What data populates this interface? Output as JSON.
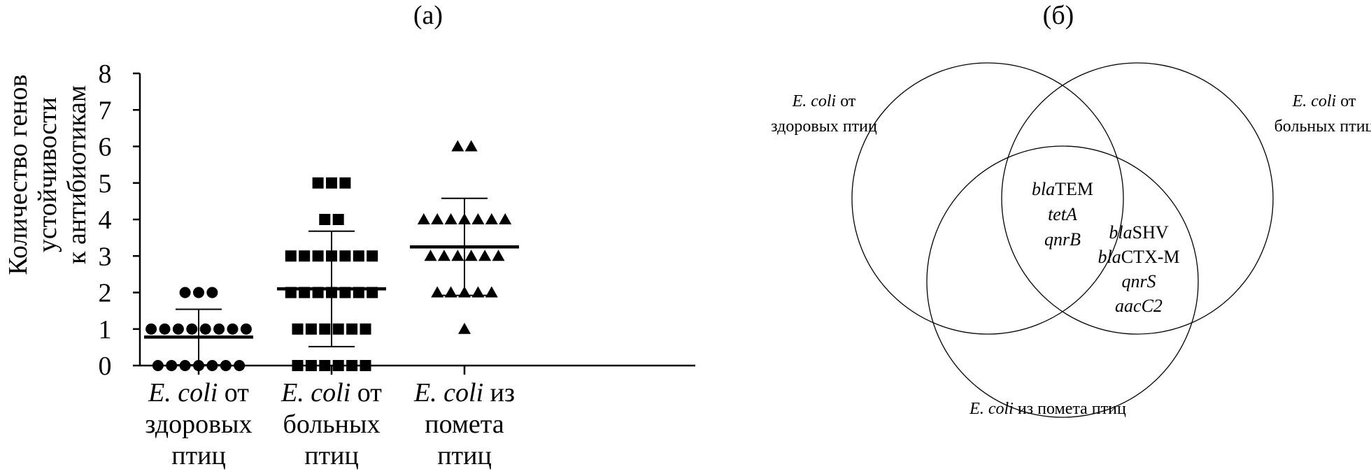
{
  "panel_a_label": "(а)",
  "panel_b_label": "(б)",
  "chart_data": [
    {
      "type": "scatter",
      "ylabel_lines": [
        "Количество генов",
        "устойчивости",
        "к антибиотикам"
      ],
      "ylim": [
        0,
        8
      ],
      "yticks": [
        "0",
        "1",
        "2",
        "3",
        "4",
        "5",
        "6",
        "7",
        "8"
      ],
      "categories": [
        {
          "lines": [
            {
              "it": "E. coli",
              "rest": " от"
            },
            {
              "it": "",
              "rest": "здоровых"
            },
            {
              "it": "",
              "rest": "птиц"
            }
          ]
        },
        {
          "lines": [
            {
              "it": "E. coli",
              "rest": " от"
            },
            {
              "it": "",
              "rest": "больных"
            },
            {
              "it": "",
              "rest": "птиц"
            }
          ]
        },
        {
          "lines": [
            {
              "it": "E. coli",
              "rest": " из"
            },
            {
              "it": "",
              "rest": "помета"
            },
            {
              "it": "",
              "rest": "птиц"
            }
          ]
        }
      ],
      "series": [
        {
          "marker": "circle",
          "points": [
            {
              "y": 0,
              "n": 7
            },
            {
              "y": 1,
              "n": 8
            },
            {
              "y": 2,
              "n": 3
            }
          ],
          "mean": 0.78,
          "sd": 0.76
        },
        {
          "marker": "square",
          "points": [
            {
              "y": 0,
              "n": 6
            },
            {
              "y": 1,
              "n": 6
            },
            {
              "y": 2,
              "n": 7
            },
            {
              "y": 3,
              "n": 7
            },
            {
              "y": 4,
              "n": 2
            },
            {
              "y": 5,
              "n": 3
            }
          ],
          "mean": 2.1,
          "sd": 1.58
        },
        {
          "marker": "triangle",
          "points": [
            {
              "y": 1,
              "n": 1
            },
            {
              "y": 2,
              "n": 5
            },
            {
              "y": 3,
              "n": 6
            },
            {
              "y": 4,
              "n": 7
            },
            {
              "y": 6,
              "n": 2
            }
          ],
          "mean": 3.25,
          "sd": 1.33
        }
      ]
    },
    {
      "type": "venn",
      "sets": [
        {
          "lines": [
            {
              "it": "E. coli",
              "rest": " от"
            },
            {
              "it": "",
              "rest": "здоровых птиц"
            }
          ]
        },
        {
          "lines": [
            {
              "it": "E. coli",
              "rest": " от"
            },
            {
              "it": "",
              "rest": "больных птиц"
            }
          ]
        },
        {
          "lines": [
            {
              "it": "E. coli",
              "rest": " из помета птиц"
            }
          ]
        }
      ],
      "regions": [
        {
          "sets": [
            "здоровых",
            "больных",
            "помета"
          ],
          "genes": [
            {
              "it": "bla",
              "rest": "TEM"
            },
            {
              "it": "tetA",
              "rest": ""
            },
            {
              "it": "qnrB",
              "rest": ""
            }
          ]
        },
        {
          "sets": [
            "больных",
            "помета"
          ],
          "genes": [
            {
              "it": "bla",
              "rest": "SHV"
            },
            {
              "it": "bla",
              "rest": "CTX-M"
            },
            {
              "it": "qnrS",
              "rest": ""
            },
            {
              "it": "aacC2",
              "rest": ""
            }
          ]
        }
      ]
    }
  ]
}
